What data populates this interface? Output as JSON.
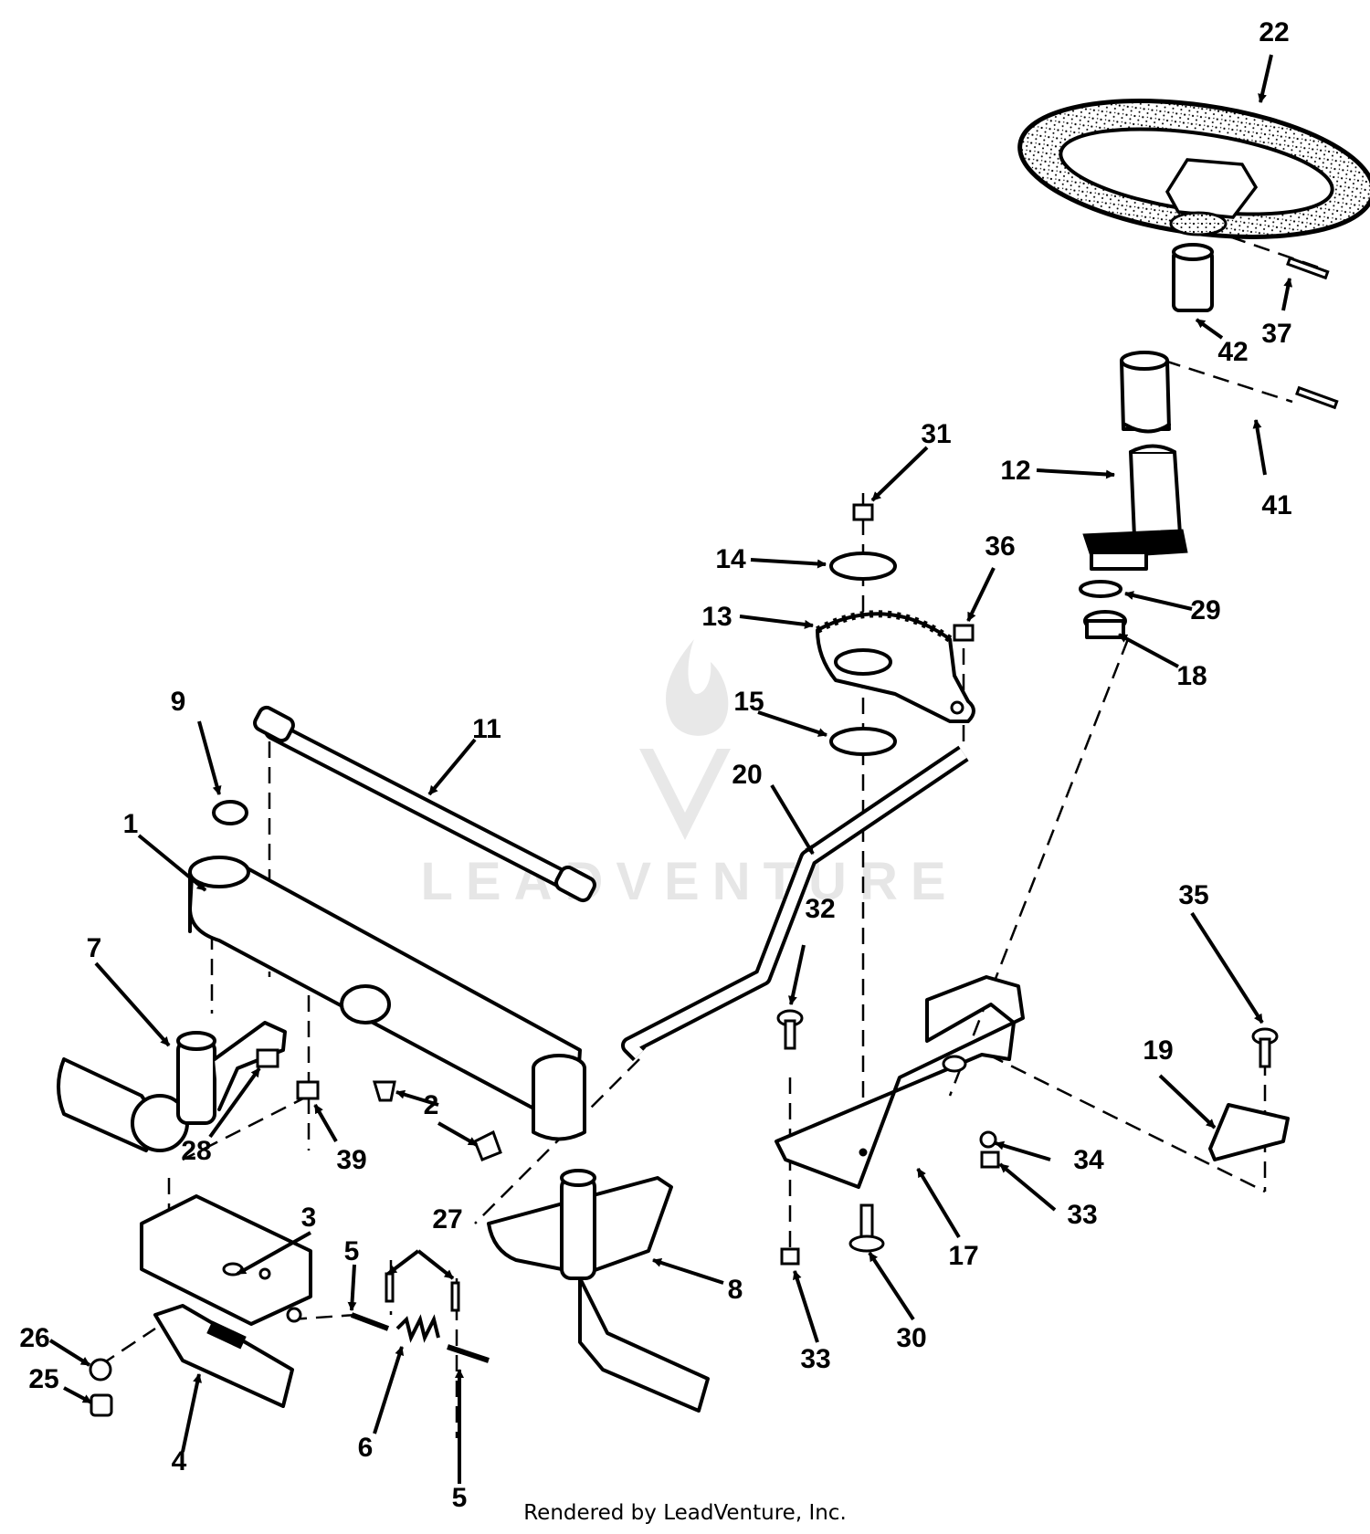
{
  "diagram": {
    "watermark_text": "LEADVENTURE",
    "credit": "Rendered by LeadVenture, Inc.",
    "callouts": [
      "1",
      "2",
      "3",
      "4",
      "5",
      "6",
      "7",
      "8",
      "9",
      "11",
      "12",
      "13",
      "14",
      "15",
      "17",
      "18",
      "19",
      "20",
      "22",
      "25",
      "26",
      "27",
      "28",
      "29",
      "30",
      "31",
      "32",
      "33",
      "34",
      "35",
      "36",
      "37",
      "39",
      "41",
      "42"
    ],
    "colors": {
      "ink": "#000000",
      "paper": "#ffffff",
      "watermark": "#e4e4e4"
    }
  }
}
